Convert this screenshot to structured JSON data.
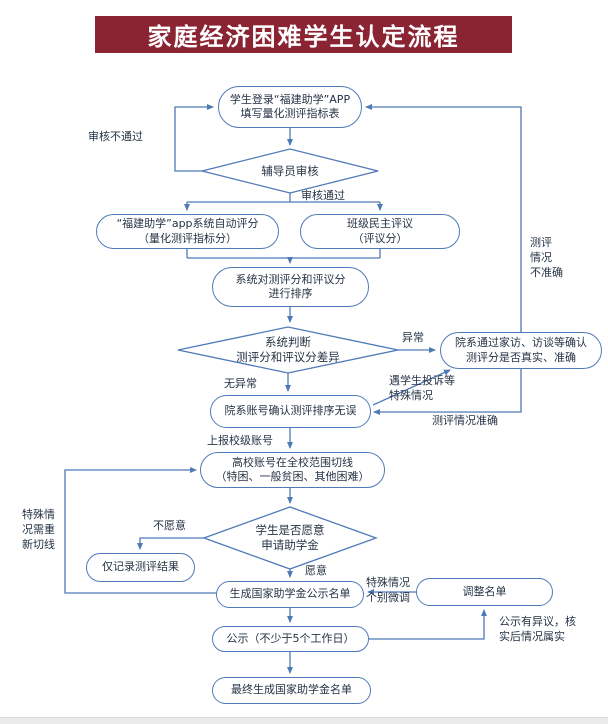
{
  "title": "家庭经济困难学生认定流程",
  "nodes": {
    "login": "学生登录“福建助学”APP\n填写量化测评指标表",
    "counselor_review": "辅导员审核",
    "app_auto_score": "“福建助学”app系统自动评分\n（量化测评指标分）",
    "class_review": "班级民主评议\n（评议分）",
    "sort_scores": "系统对测评分和评议分\n进行排序",
    "judge_diff": "系统判断\n测评分和评议分差异",
    "dept_verify": "院系通过家访、访谈等确认\n测评分是否真实、准确",
    "dept_confirm": "院系账号确认测评排序无误",
    "school_cutline": "高校账号在全校范围切线\n（特困、一般贫困、其他困难）",
    "record_only": "仅记录测评结果",
    "apply_willing": "学生是否愿意\n申请助学金",
    "generate_list": "生成国家助学金公示名单",
    "adjust_list": "调整名单",
    "publicity": "公示（不少于5个工作日）",
    "final_list": "最终生成国家助学金名单"
  },
  "edge_labels": {
    "review_fail": "审核不通过",
    "review_pass": "审核通过",
    "abnormal": "异常",
    "eval_inaccurate": "测评\n情况\n不准确",
    "complaint": "遇学生投诉等\n特殊情况",
    "no_abnormal": "无异常",
    "eval_accurate": "测评情况准确",
    "report_school": "上报校级账号",
    "special_recut": "特殊情\n况需重\n新切线",
    "unwilling": "不愿意",
    "willing": "愿意",
    "special_finetune": "特殊情况\n个别微调",
    "objection": "公示有异议，核\n实后情况属实"
  },
  "colors": {
    "banner": "#8a2433",
    "line": "#4f7ab8",
    "text": "#263345",
    "bottom_bar": "#ebebeb"
  }
}
